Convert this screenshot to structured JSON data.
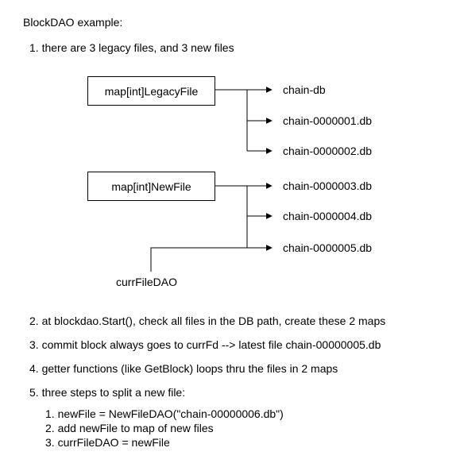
{
  "title": "BlockDAO example:",
  "steps": [
    "1. there are 3 legacy files, and 3 new files",
    "2. at blockdao.Start(), check all files in the DB path, create these 2 maps",
    "3. commit block always goes to currFd --> latest file chain-00000005.db",
    "4. getter functions (like GetBlock) loops thru the files in 2 maps",
    "5. three steps to split a new file:"
  ],
  "substeps": [
    "1. newFile = NewFileDAO(\"chain-00000006.db\")",
    "2. add newFile to map of new files",
    "3. currFileDAO = newFile"
  ],
  "diagram": {
    "legacy_box": "map[int]LegacyFile",
    "new_box": "map[int]NewFile",
    "legacy_files": [
      "chain-db",
      "chain-0000001.db",
      "chain-0000002.db"
    ],
    "new_files": [
      "chain-0000003.db",
      "chain-0000004.db",
      "chain-0000005.db"
    ],
    "pointer_label": "currFileDAO"
  }
}
